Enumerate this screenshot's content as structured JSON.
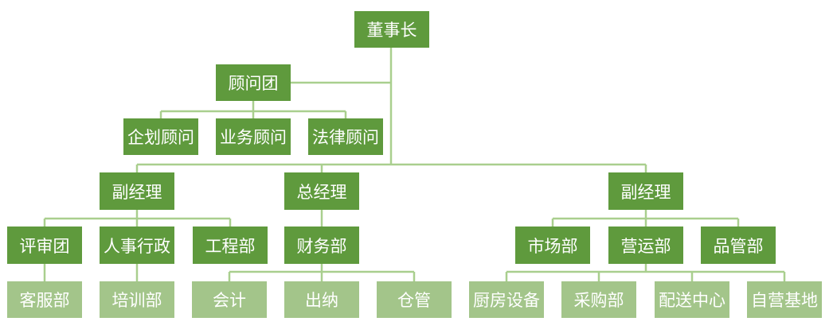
{
  "org_chart": {
    "chairman": "董事长",
    "advisory": {
      "group": "顾问团",
      "members": [
        "企划顾问",
        "业务顾问",
        "法律顾问"
      ]
    },
    "vice_manager_left": {
      "title": "副经理",
      "departments": [
        {
          "name": "评审团",
          "sub": [
            "客服部"
          ]
        },
        {
          "name": "人事行政",
          "sub": [
            "培训部"
          ]
        },
        {
          "name": "工程部",
          "sub": []
        }
      ]
    },
    "general_manager": {
      "title": "总经理",
      "departments": [
        {
          "name": "财务部",
          "sub": [
            "会计",
            "出纳",
            "仓管"
          ]
        }
      ]
    },
    "vice_manager_right": {
      "title": "副经理",
      "departments": [
        {
          "name": "市场部",
          "sub": []
        },
        {
          "name": "营运部",
          "sub": [
            "厨房设备",
            "采购部",
            "配送中心",
            "自营基地"
          ]
        },
        {
          "name": "品管部",
          "sub": []
        }
      ]
    }
  },
  "colors": {
    "box_dark": "#5f9a3d",
    "box_light": "#a3c58a",
    "connector": "#a9cf8e"
  }
}
